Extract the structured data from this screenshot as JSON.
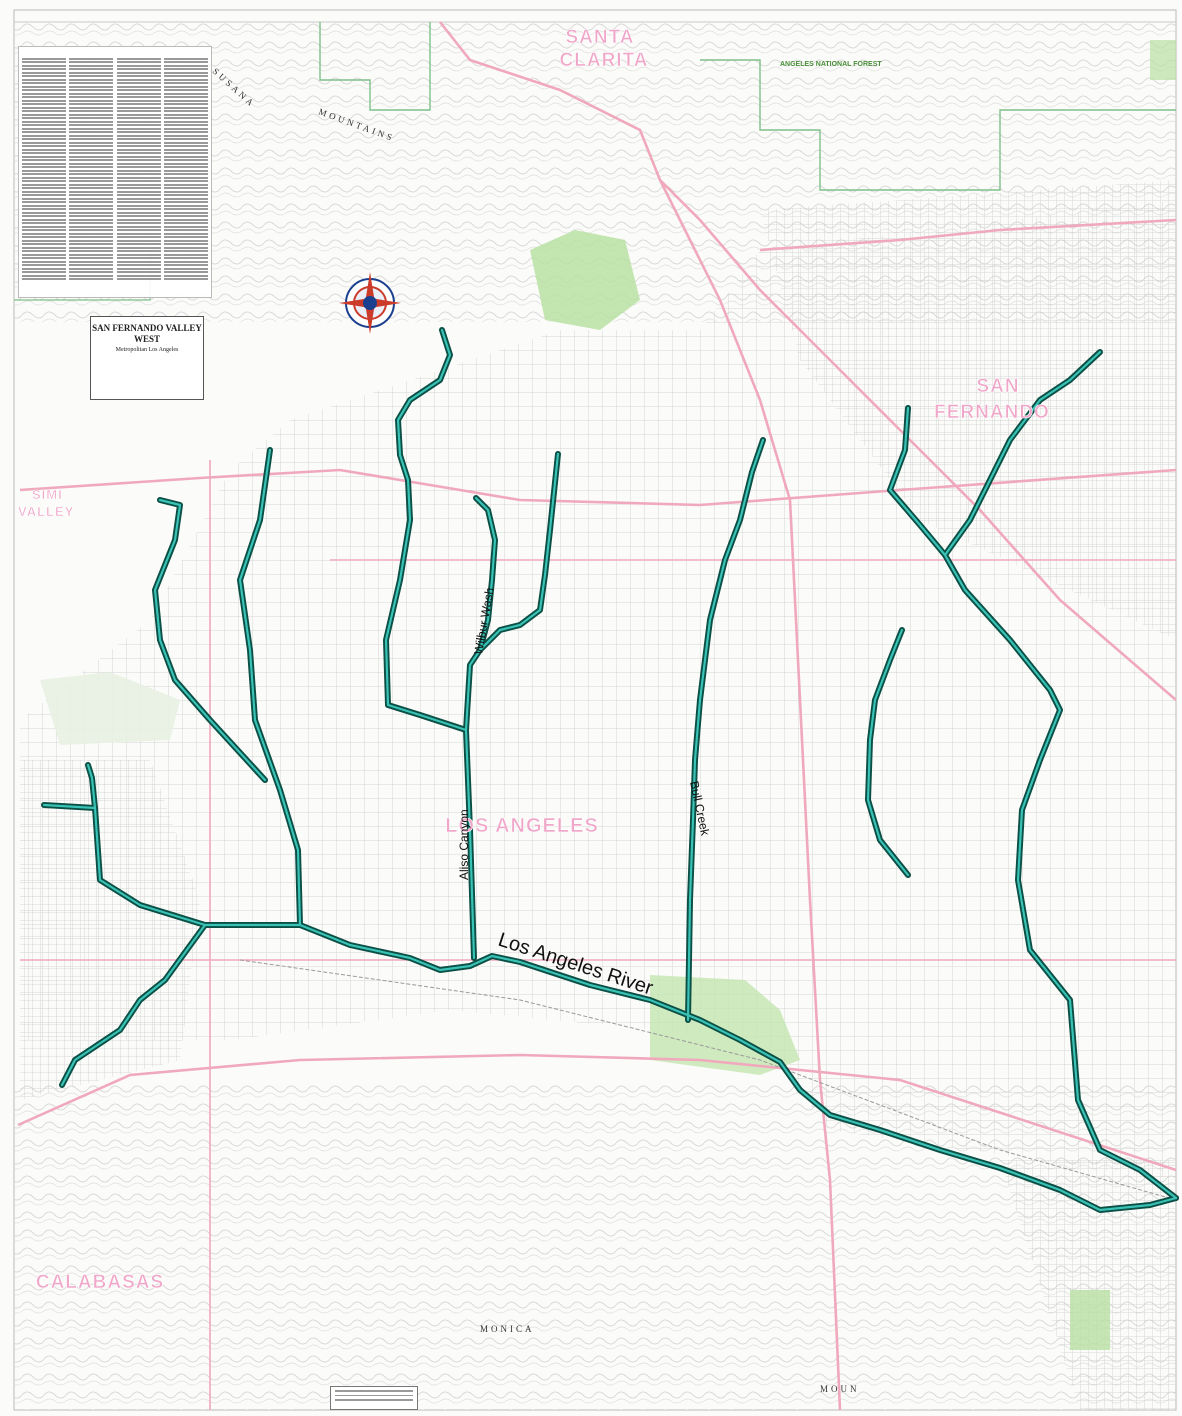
{
  "map": {
    "title": "SAN FERNANDO VALLEY WEST",
    "subtitle": "Metropolitan Los Angeles",
    "place_labels": {
      "santa_clarita_line1": "SANTA",
      "santa_clarita_line2": "CLARITA",
      "simi_line1": "SIMI",
      "simi_line2": "VALLEY",
      "san_fernando_line1": "SAN",
      "san_fernando_line2": "FERNANDO",
      "los_angeles": "LOS ANGELES",
      "calabasas": "CALABASAS"
    },
    "forest_label": "ANGELES NATIONAL FOREST",
    "terrain_labels": {
      "susana_1": "SUSANA",
      "susana_2": "MOUNTAINS",
      "monica_1": "MONICA",
      "monica_2": "MOUN"
    },
    "river_labels": {
      "los_angeles_river": "Los Angeles River",
      "aliso_canyon": "Aliso Canyon",
      "wilbur_wash": "Wilbur Wash",
      "bull_creek": "Bull Creek"
    },
    "colors": {
      "river_outline": "#0b4f45",
      "river_center": "#39c2b6",
      "street_grid": "#d4d4d4",
      "major_road": "#f0a8bd",
      "park_green": "#b8e0a3",
      "place_pink": "#f0a6c8"
    }
  }
}
